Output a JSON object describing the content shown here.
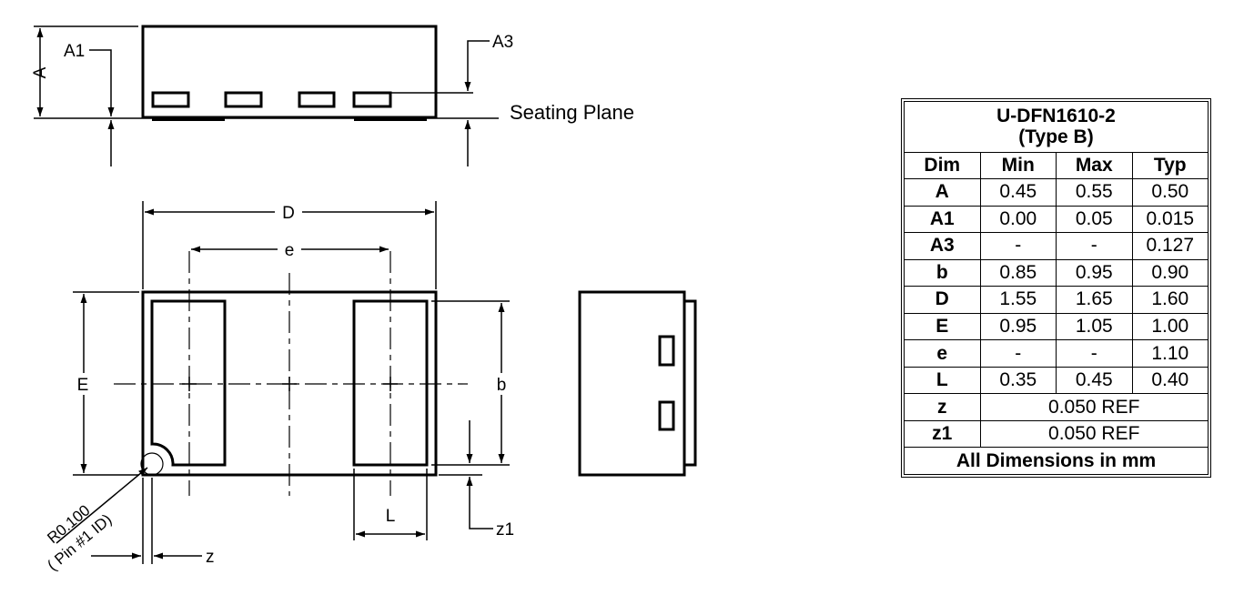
{
  "labels": {
    "A": "A",
    "A1": "A1",
    "A3": "A3",
    "seating_plane": "Seating Plane",
    "D": "D",
    "e": "e",
    "E": "E",
    "b": "b",
    "L": "L",
    "z": "z",
    "z1": "z1",
    "radius": "R0.100",
    "pin_id": "( Pin #1 ID)"
  },
  "table": {
    "title_line1": "U-DFN1610-2",
    "title_line2": "(Type B)",
    "headers": [
      "Dim",
      "Min",
      "Max",
      "Typ"
    ],
    "rows": [
      {
        "dim": "A",
        "min": "0.45",
        "max": "0.55",
        "typ": "0.50"
      },
      {
        "dim": "A1",
        "min": "0.00",
        "max": "0.05",
        "typ": "0.015"
      },
      {
        "dim": "A3",
        "min": "-",
        "max": "-",
        "typ": "0.127"
      },
      {
        "dim": "b",
        "min": "0.85",
        "max": "0.95",
        "typ": "0.90"
      },
      {
        "dim": "D",
        "min": "1.55",
        "max": "1.65",
        "typ": "1.60"
      },
      {
        "dim": "E",
        "min": "0.95",
        "max": "1.05",
        "typ": "1.00"
      },
      {
        "dim": "e",
        "min": "-",
        "max": "-",
        "typ": "1.10"
      },
      {
        "dim": "L",
        "min": "0.35",
        "max": "0.45",
        "typ": "0.40"
      }
    ],
    "ref_rows": [
      {
        "dim": "z",
        "value": "0.050 REF"
      },
      {
        "dim": "z1",
        "value": "0.050 REF"
      }
    ],
    "footer": "All Dimensions in mm"
  }
}
